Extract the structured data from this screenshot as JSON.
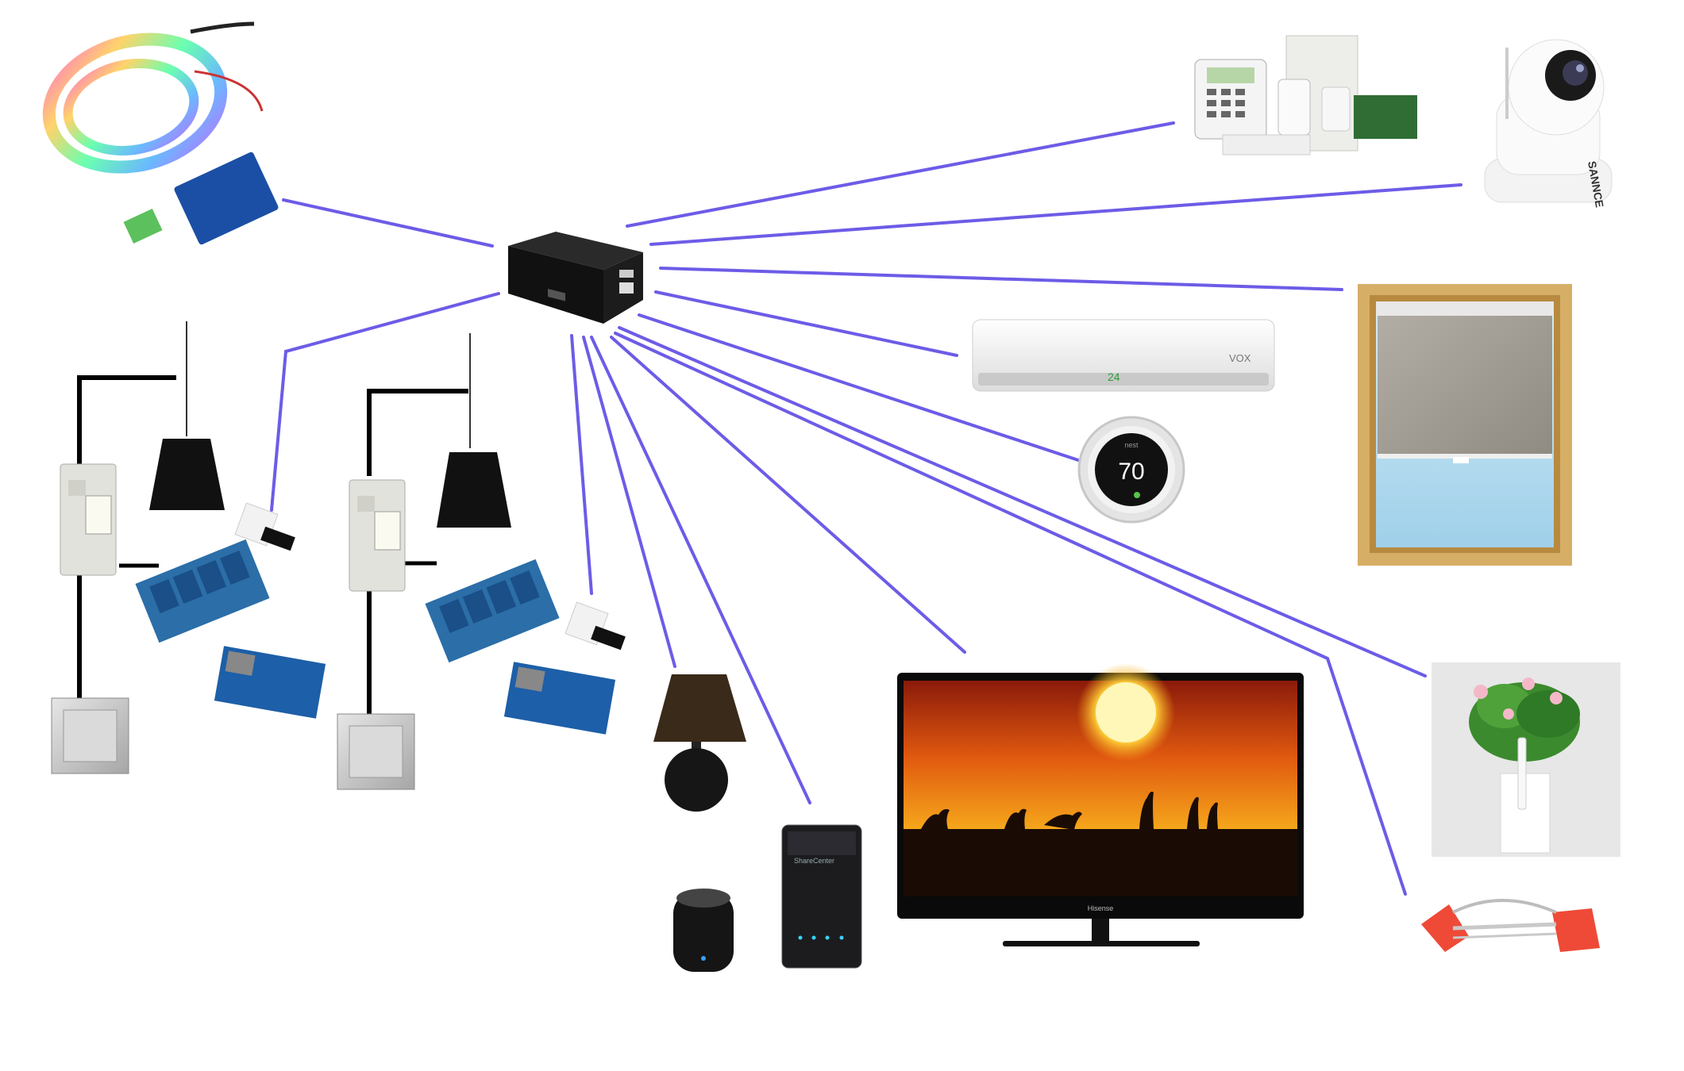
{
  "diagram": {
    "link_color": "#6c5ce7",
    "hub": {
      "icon": "hub-box-icon"
    },
    "devices": [
      {
        "id": "led-strip-arduino",
        "icon": "led-strip-icon"
      },
      {
        "id": "alarm-panel",
        "icon": "alarm-keypad-icon"
      },
      {
        "id": "ip-camera",
        "icon": "camera-icon",
        "brand": "SANNCE"
      },
      {
        "id": "roller-blind",
        "icon": "window-blind-icon"
      },
      {
        "id": "air-conditioner",
        "icon": "air-conditioner-icon",
        "brand": "VOX",
        "display": "24"
      },
      {
        "id": "thermostat",
        "icon": "thermostat-icon",
        "brand": "nest",
        "temperature": "70"
      },
      {
        "id": "room-1-relay",
        "icon": "relay-board-icon"
      },
      {
        "id": "room-2-relay",
        "icon": "relay-board-icon"
      },
      {
        "id": "room-2-sensor",
        "icon": "temperature-sensor-icon"
      },
      {
        "id": "table-lamp",
        "icon": "table-lamp-icon"
      },
      {
        "id": "nas",
        "icon": "nas-icon",
        "brand": "ShareCenter"
      },
      {
        "id": "ir-remote",
        "icon": "ir-blaster-icon"
      },
      {
        "id": "television",
        "icon": "tv-icon",
        "brand": "Hisense"
      },
      {
        "id": "plant-sensor",
        "icon": "plant-pot-icon"
      },
      {
        "id": "sprinkler",
        "icon": "sprinkler-icon"
      }
    ]
  }
}
